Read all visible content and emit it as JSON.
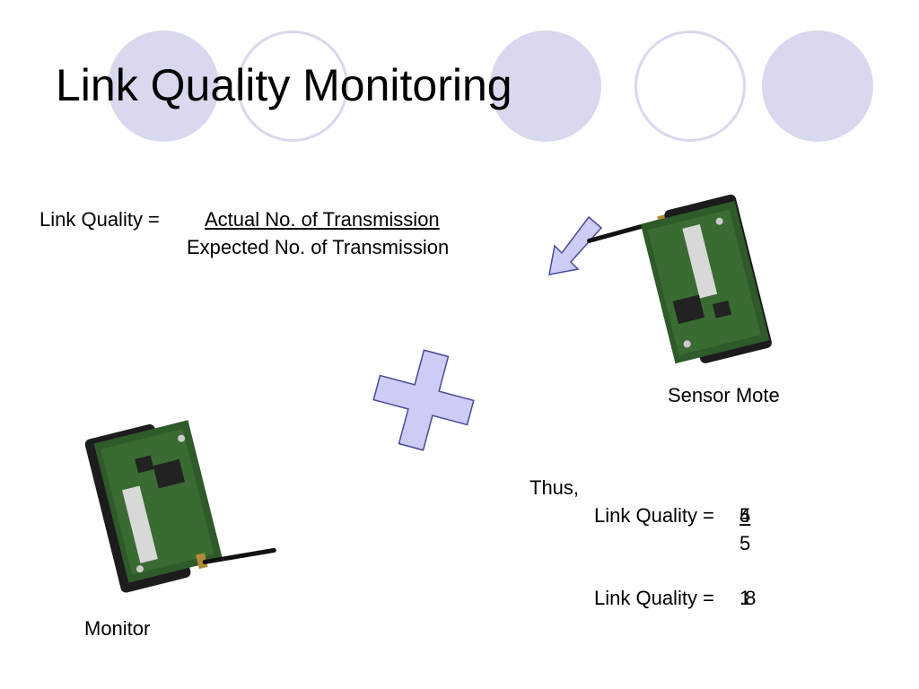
{
  "slide": {
    "title": "Link Quality Monitoring",
    "formula": {
      "label": "Link Quality =",
      "numerator": "Actual No. of Transmission",
      "denominator": "Expected No. of Transmission"
    },
    "labels": {
      "sensor": "Sensor Mote",
      "monitor": "Monitor"
    },
    "result": {
      "thus": "Thus,",
      "line1_label": "Link Quality =",
      "line1_numerator": "4",
      "line1_numerator_overlay": "5",
      "line1_denominator": "5",
      "line2_label": "Link Quality =",
      "line2_value": ".8",
      "line2_value_overlay": "1"
    },
    "icons": {
      "arrow": "arrow-down-left-icon",
      "plus": "plus-icon"
    },
    "colors": {
      "accent_fill": "#d8d8ee",
      "shape_fill": "#ccccf5",
      "shape_stroke": "#4a4a9a"
    }
  }
}
